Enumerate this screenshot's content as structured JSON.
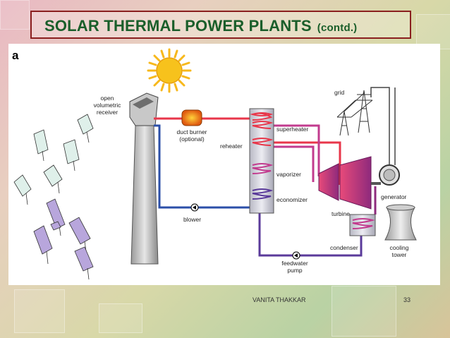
{
  "slide": {
    "title": "SOLAR THERMAL POWER PLANTS",
    "title_suffix": "(contd.)",
    "footer_author": "VANITA THAKKAR",
    "page_number": "33"
  },
  "diagram": {
    "panel_label": "a",
    "labels": {
      "receiver": [
        "open",
        "volumetric",
        "receiver"
      ],
      "duct_burner": [
        "duct burner",
        "(optional)"
      ],
      "reheater": "reheater",
      "superheater": "superheater",
      "vaporizer": "vaporizer",
      "economizer": "economizer",
      "blower": "blower",
      "turbine": "turbine",
      "generator": "generator",
      "grid": "grid",
      "condenser": "condenser",
      "cooling_tower": [
        "cooling",
        "tower"
      ],
      "feedwater_pump": [
        "feedwater",
        "pump"
      ]
    },
    "colors": {
      "hot_air": "#e8364a",
      "cold_air": "#2b4fa8",
      "steam": "#c23b8e",
      "water": "#5a3a9a",
      "sun": "#f7c21c"
    },
    "icons": [
      "sun-icon",
      "heliostat-icon",
      "pylon-icon",
      "pump-arrow-icon"
    ]
  }
}
